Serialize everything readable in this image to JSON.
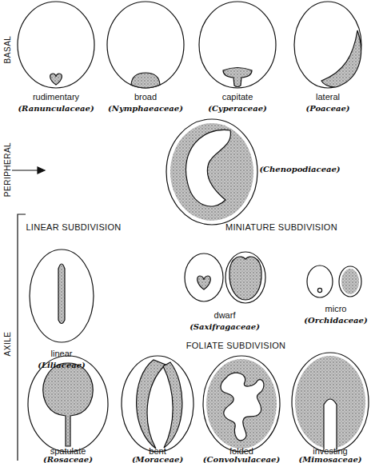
{
  "diagram": {
    "labels": [
      "BASAL",
      "rudimentary",
      "(Ranunculaceae)",
      "broad",
      "(Nymphaeaceae)",
      "capitate",
      "(Cyperaceae)",
      "lateral",
      "(Poaceae)",
      "PERIPHERAL",
      "(Chenopodiaceae)",
      "LINEAR SUBDIVISION",
      "MINIATURE SUBDIVISION",
      "AXILE",
      "dwarf",
      "(Saxifragaceae)",
      "micro",
      "(Orchidaceae)",
      "linear",
      "(Liliaceae)",
      "FOLIATE SUBDIVISION",
      "spatulate",
      "(Rosaceae)",
      "bent",
      "(Moraceae)",
      "folded",
      "(Convolvulaceae)",
      "investing",
      "(Mimosaceae)"
    ]
  }
}
